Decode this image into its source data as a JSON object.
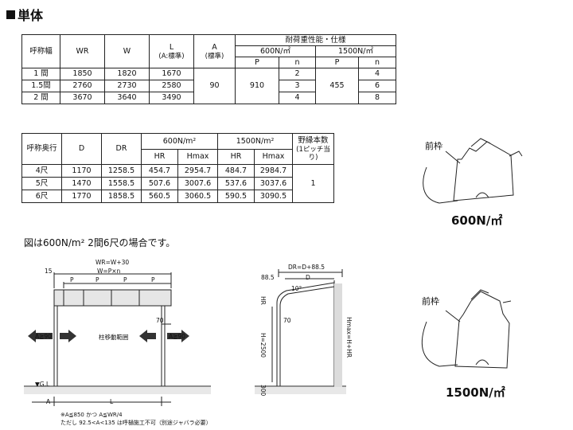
{
  "title": "単体",
  "table1": {
    "group_header": "耐荷重性能・仕様",
    "headers": [
      "呼称幅",
      "WR",
      "W",
      "L",
      "(A:標準)",
      "A",
      "(標準)"
    ],
    "load1": "600N/㎡",
    "load2": "1500N/㎡",
    "p": "P",
    "n": "n",
    "rows": [
      {
        "name": "1 間",
        "wr": "1850",
        "w": "1820",
        "l": "1670",
        "n1": "2",
        "n2": "4"
      },
      {
        "name": "1.5間",
        "wr": "2760",
        "w": "2730",
        "l": "2580",
        "n1": "3",
        "n2": "6"
      },
      {
        "name": "2 間",
        "wr": "3670",
        "w": "3640",
        "l": "3490",
        "n1": "4",
        "n2": "8"
      }
    ],
    "a": "90",
    "p1": "910",
    "p2": "455"
  },
  "table2": {
    "headers": [
      "呼称奥行",
      "D",
      "DR",
      "HR",
      "Hmax",
      "HR",
      "Hmax",
      "野縁本数",
      "(1ピッチ当り)"
    ],
    "load1": "600N/m²",
    "load2": "1500N/m²",
    "rows": [
      {
        "name": "4尺",
        "d": "1170",
        "dr": "1258.5",
        "hr1": "454.7",
        "hm1": "2954.7",
        "hr2": "484.7",
        "hm2": "2984.7"
      },
      {
        "name": "5尺",
        "d": "1470",
        "dr": "1558.5",
        "hr1": "507.6",
        "hm1": "3007.6",
        "hr2": "537.6",
        "hm2": "3037.6"
      },
      {
        "name": "6尺",
        "d": "1770",
        "dr": "1858.5",
        "hr1": "560.5",
        "hm1": "3060.5",
        "hr2": "590.5",
        "hm2": "3090.5"
      }
    ],
    "count": "1"
  },
  "profiles": {
    "label": "前枠",
    "unit_600": "600N/㎡",
    "unit_1500": "1500N/㎡"
  },
  "note": "図は600N/m² 2間6尺の場合です。",
  "front_view": {
    "wr": "WR=W+30",
    "w": "W=P×n",
    "p": "P",
    "dim15": "15",
    "dim70": "70",
    "a_left": "A≧90",
    "a_right": "A≧90",
    "center": "柱移動範囲",
    "gl": "▼G.L",
    "a": "A",
    "l": "L"
  },
  "side_view": {
    "dr": "DR=D+88.5",
    "d": "D",
    "d885": "88.5",
    "angle": "10°",
    "hr": "HR",
    "h": "H=2500",
    "hmax": "Hmax=H+HR",
    "d70": "70",
    "d300": "300"
  },
  "footnotes": {
    "line1": "※A≦850 かつ A≦WR/4",
    "line2": "ただし 92.5<A<135 は呼樋施工不可（別途ジャバラ必要）"
  }
}
